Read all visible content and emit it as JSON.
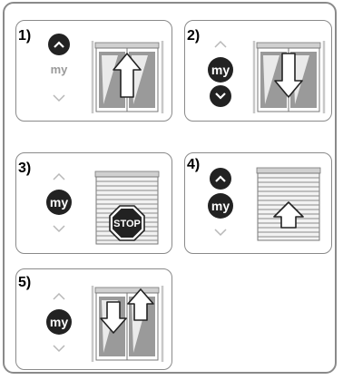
{
  "steps": [
    {
      "number": "1)",
      "my_label": "my",
      "up_icon": "chevron-up",
      "down_icon": "chevron-down",
      "window": "shutter-open-arrow-up"
    },
    {
      "number": "2)",
      "my_label": "my",
      "up_icon": "chevron-up",
      "down_icon": "chevron-down",
      "window": "shutter-open-arrow-down"
    },
    {
      "number": "3)",
      "my_label": "my",
      "up_icon": "chevron-up",
      "down_icon": "chevron-down",
      "window": "shutter-closed-stop",
      "stop_text": "STOP"
    },
    {
      "number": "4)",
      "my_label": "my",
      "up_icon": "chevron-up",
      "down_icon": "chevron-down",
      "window": "shutter-closed-arrow-up"
    },
    {
      "number": "5)",
      "my_label": "my",
      "up_icon": "chevron-up",
      "down_icon": "chevron-down",
      "window": "shutter-open-arrows-up-down"
    }
  ],
  "colors": {
    "button_fill": "#222222",
    "inactive": "#b8b8b8",
    "border": "#8a8a8a"
  }
}
